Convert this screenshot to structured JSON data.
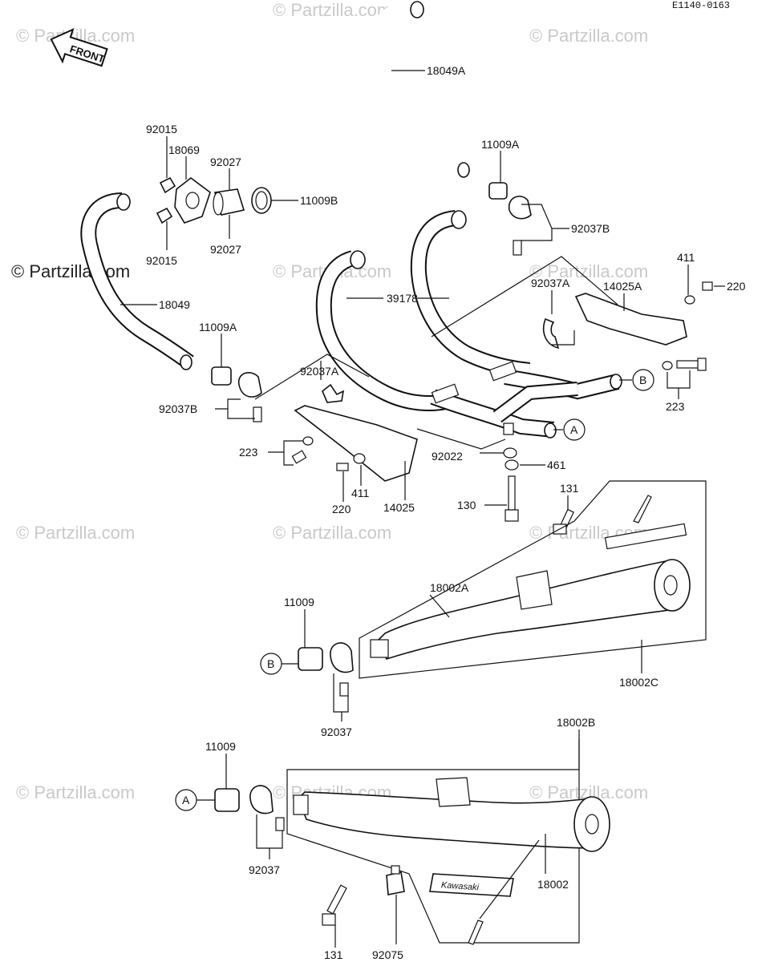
{
  "diagram_code": "E1140-0163",
  "front_label": "FRONT",
  "watermarks": [
    "© Partzilla.com"
  ],
  "callouts": {
    "a": "A",
    "b": "B"
  },
  "labels": {
    "p18049A": "18049A",
    "p11009A_top": "11009A",
    "p92037B_right": "92037B",
    "p92015_top": "92015",
    "p18069": "18069",
    "p92027_top": "92027",
    "p11009B": "11009B",
    "p92015_bot": "92015",
    "p92027_bot": "92027",
    "p18049": "18049",
    "p11009A_left": "11009A",
    "p92037B_left": "92037B",
    "p39178": "39178",
    "p92037A_mid": "92037A",
    "p92037A_right": "92037A",
    "p14025A": "14025A",
    "p411_right": "411",
    "p220_right": "220",
    "p223_right": "223",
    "p223_left": "223",
    "p411_left": "411",
    "p220_left": "220",
    "p14025": "14025",
    "p92022": "92022",
    "p461": "461",
    "p130": "130",
    "p131_top": "131",
    "p18002A": "18002A",
    "p11009_mid": "11009",
    "p18002C": "18002C",
    "p92037_mid": "92037",
    "p18002B": "18002B",
    "p11009_bot": "11009",
    "p92037_bot": "92037",
    "p18002": "18002",
    "p131_bot": "131",
    "p92075": "92075"
  },
  "emblem_text": "Kawasaki"
}
